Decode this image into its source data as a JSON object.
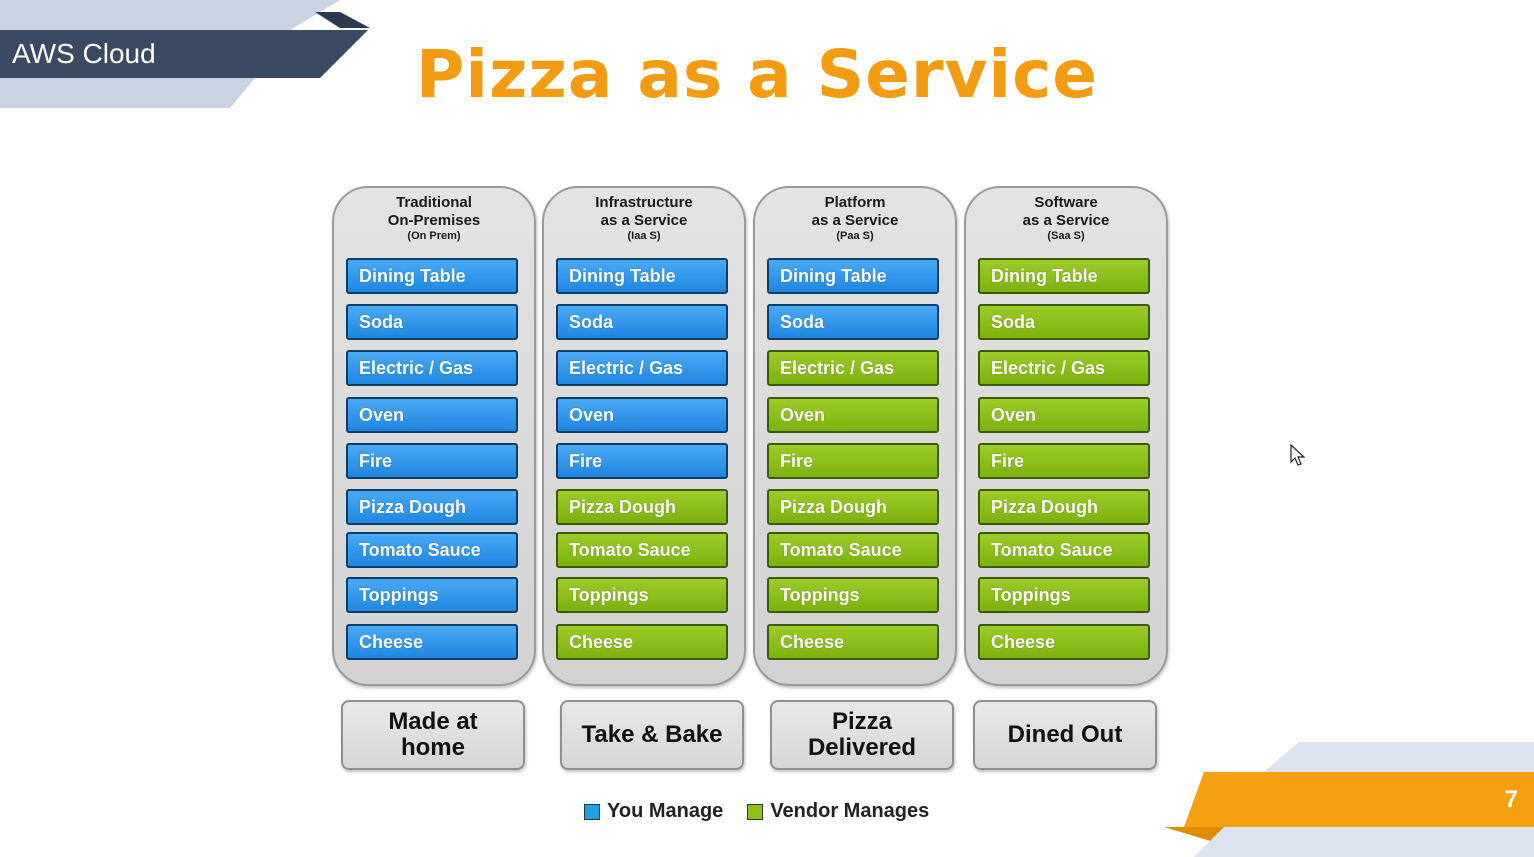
{
  "brand": {
    "label": "AWS Cloud"
  },
  "title": "Pizza as a Service",
  "columns": [
    {
      "head": [
        "Traditional",
        "On-Premises",
        "(On Prem)"
      ],
      "layers": [
        {
          "label": "Dining Table",
          "managed_by": "you"
        },
        {
          "label": "Soda",
          "managed_by": "you"
        },
        {
          "label": "Electric / Gas",
          "managed_by": "you"
        },
        {
          "label": "Oven",
          "managed_by": "you"
        },
        {
          "label": "Fire",
          "managed_by": "you"
        },
        {
          "label": "Pizza Dough",
          "managed_by": "you"
        },
        {
          "label": "Tomato Sauce",
          "managed_by": "you"
        },
        {
          "label": "Toppings",
          "managed_by": "you"
        },
        {
          "label": "Cheese",
          "managed_by": "you"
        }
      ],
      "model": "Made at home"
    },
    {
      "head": [
        "Infrastructure",
        "as a Service",
        "(Iaa S)"
      ],
      "layers": [
        {
          "label": "Dining Table",
          "managed_by": "you"
        },
        {
          "label": "Soda",
          "managed_by": "you"
        },
        {
          "label": "Electric / Gas",
          "managed_by": "you"
        },
        {
          "label": "Oven",
          "managed_by": "you"
        },
        {
          "label": "Fire",
          "managed_by": "you"
        },
        {
          "label": "Pizza Dough",
          "managed_by": "vendor"
        },
        {
          "label": "Tomato Sauce",
          "managed_by": "vendor"
        },
        {
          "label": "Toppings",
          "managed_by": "vendor"
        },
        {
          "label": "Cheese",
          "managed_by": "vendor"
        }
      ],
      "model": "Take & Bake"
    },
    {
      "head": [
        "Platform",
        "as a Service",
        "(Paa S)"
      ],
      "layers": [
        {
          "label": "Dining Table",
          "managed_by": "you"
        },
        {
          "label": "Soda",
          "managed_by": "you"
        },
        {
          "label": "Electric / Gas",
          "managed_by": "vendor"
        },
        {
          "label": "Oven",
          "managed_by": "vendor"
        },
        {
          "label": "Fire",
          "managed_by": "vendor"
        },
        {
          "label": "Pizza Dough",
          "managed_by": "vendor"
        },
        {
          "label": "Tomato Sauce",
          "managed_by": "vendor"
        },
        {
          "label": "Toppings",
          "managed_by": "vendor"
        },
        {
          "label": "Cheese",
          "managed_by": "vendor"
        }
      ],
      "model": "Pizza Delivered"
    },
    {
      "head": [
        "Software",
        "as a Service",
        "(Saa S)"
      ],
      "layers": [
        {
          "label": "Dining Table",
          "managed_by": "vendor"
        },
        {
          "label": "Soda",
          "managed_by": "vendor"
        },
        {
          "label": "Electric / Gas",
          "managed_by": "vendor"
        },
        {
          "label": "Oven",
          "managed_by": "vendor"
        },
        {
          "label": "Fire",
          "managed_by": "vendor"
        },
        {
          "label": "Pizza Dough",
          "managed_by": "vendor"
        },
        {
          "label": "Tomato Sauce",
          "managed_by": "vendor"
        },
        {
          "label": "Toppings",
          "managed_by": "vendor"
        },
        {
          "label": "Cheese",
          "managed_by": "vendor"
        }
      ],
      "model": "Dined Out"
    }
  ],
  "legend": {
    "you": {
      "label": "You Manage",
      "color": "#1f86e0"
    },
    "vendor": {
      "label": "Vendor Manages",
      "color": "#7cb20e"
    }
  },
  "colors": {
    "title": "#f39c12",
    "banner_dark": "#3b4a63",
    "banner_light": "#c9d3e3",
    "accent_orange": "#f39c12"
  },
  "page_number": "7"
}
